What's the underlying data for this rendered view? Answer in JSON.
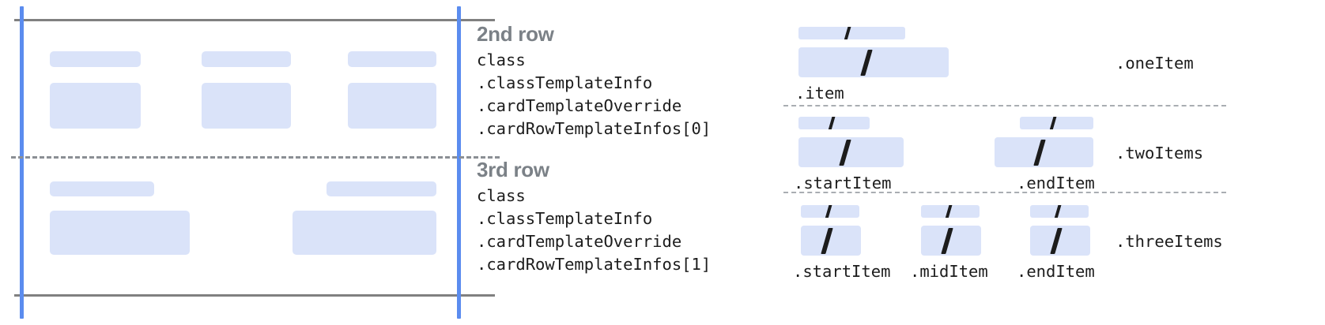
{
  "colors": {
    "block_fill": "#dae3f9",
    "guide_blue": "#5b8cef",
    "rule_gray": "#808080",
    "dash_gray": "#8b8f94",
    "heading_gray": "#7b8187",
    "code_black": "#1c1c1c",
    "page_background": "#ffffff"
  },
  "left_diagram": {
    "name": "card-row-template-preview",
    "rows": [
      {
        "name": "second-row-preview",
        "cells": [
          {
            "caption_block": "caption-block",
            "body_block": "body-block"
          },
          {
            "caption_block": "caption-block",
            "body_block": "body-block"
          },
          {
            "caption_block": "caption-block",
            "body_block": "body-block"
          }
        ]
      },
      {
        "name": "third-row-preview",
        "cells": [
          {
            "caption_block": "caption-block",
            "body_block": "body-block"
          },
          {
            "caption_block": "caption-block",
            "body_block": "body-block"
          }
        ]
      }
    ]
  },
  "row_groups": [
    {
      "title": "2nd row",
      "code": [
        "class",
        ".classTemplateInfo",
        ".cardTemplateOverride",
        ".cardRowTemplateInfos[0]"
      ]
    },
    {
      "title": "3rd row",
      "code": [
        "class",
        ".classTemplateInfo",
        ".cardTemplateOverride",
        ".cardRowTemplateInfos[1]"
      ]
    }
  ],
  "right_diagram": {
    "sections": [
      {
        "type_label": ".oneItem",
        "slots": [
          {
            "label": ".item"
          }
        ]
      },
      {
        "type_label": ".twoItems",
        "slots": [
          {
            "label": ".startItem"
          },
          {
            "label": ".endItem"
          }
        ]
      },
      {
        "type_label": ".threeItems",
        "slots": [
          {
            "label": ".startItem"
          },
          {
            "label": ".midItem"
          },
          {
            "label": ".endItem"
          }
        ]
      }
    ]
  }
}
